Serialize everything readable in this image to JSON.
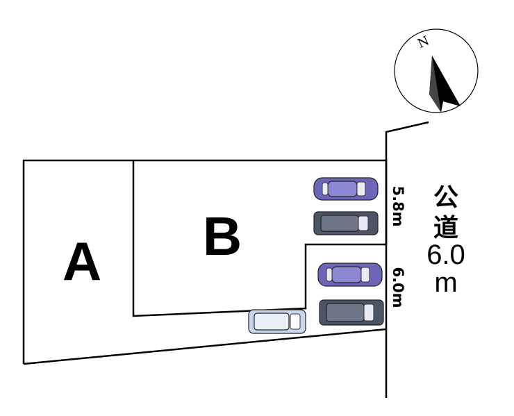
{
  "lots": [
    {
      "id": "A",
      "label": "A"
    },
    {
      "id": "B",
      "label": "B"
    }
  ],
  "dimensions": {
    "frontage_b": "5.8m",
    "frontage_lower": "6.0m"
  },
  "road": {
    "label_line1": "公",
    "label_line2": "道",
    "width_value": "6.0",
    "width_unit": "m"
  },
  "compass": {
    "letter": "N"
  },
  "colors": {
    "line": "#000000",
    "sedan_body": "#6b66b8",
    "sedan_roof": "#8c88d4",
    "wagon_body": "#4c5566",
    "wagon_roof": "#6e7788",
    "van_body": "#c9d6ee",
    "van_roof": "#e9eef8"
  },
  "cars": [
    {
      "id": "sedan-1",
      "type": "sedan"
    },
    {
      "id": "wagon-1",
      "type": "wagon"
    },
    {
      "id": "sedan-2",
      "type": "sedan"
    },
    {
      "id": "wagon-2",
      "type": "wagon"
    },
    {
      "id": "van-1",
      "type": "van"
    }
  ]
}
